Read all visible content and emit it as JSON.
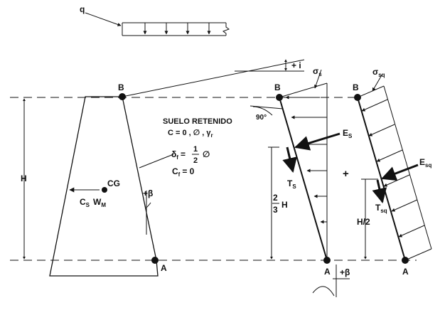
{
  "labels": {
    "q": "q",
    "B_wall": "B",
    "B_soil": "B",
    "B_sur": "B",
    "A_wall": "A",
    "A_soil": "A",
    "A_sur": "A",
    "H": "H",
    "CG": "CG",
    "Cs": "C",
    "Cs_sub": "S",
    "Wm": "W",
    "Wm_sub": "M",
    "beta_wall": "+β",
    "beta_base": "+β",
    "i": "+ i",
    "sigma": "σ",
    "sigma_sub": "s",
    "sigma_sq": "σ",
    "sigma_sq_sub": "sq",
    "angle90": "90°",
    "Es": "E",
    "Es_sub": "S",
    "Ts": "T",
    "Ts_sub": "S",
    "Esq": "E",
    "Esq_sub": "sq",
    "Tsq": "T",
    "Tsq_sub": "sq",
    "two_thirds_num": "2",
    "two_thirds_den": "3",
    "two_thirds_H": "H",
    "H_half": "H/2",
    "plus": "+"
  },
  "soil": {
    "title": "SUELO RETENIDO",
    "params": "C = 0 , ∅ , γ",
    "params_sub": "r",
    "delta": "δ",
    "delta_sub": "f",
    "delta_eq": "=",
    "delta_num": "1",
    "delta_den": "2",
    "delta_phi": "∅",
    "cf": "C",
    "cf_sub": "f",
    "cf_eq": "= 0"
  }
}
